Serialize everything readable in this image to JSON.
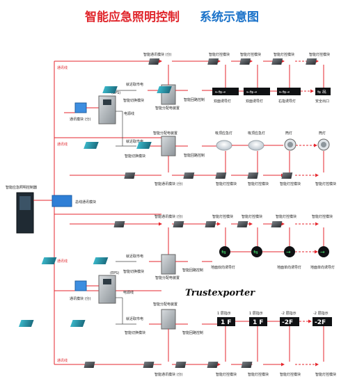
{
  "title": {
    "part1": "智能应急照明控制",
    "part2": "系统示意图"
  },
  "watermark": "Trustexporter",
  "controller_label": "智能应急照明控制器",
  "bus_module_label": "总线通讯模块",
  "comm_line_label": "通讯线",
  "power_line_label": "电源线",
  "nearby_power_label": "就近取市电",
  "eps_label": "(EPS)",
  "comm_module_branch_label": "通讯模块 (分)",
  "switch_module_label": "智能切换模块",
  "dist_box_label": "智能分配电装置",
  "loop_ctrl_label": "智能回路控制",
  "smart_comm_branch_label": "智能通讯模块 (分)",
  "lamp_ctrl_label": "智能灯控模块",
  "sec1": {
    "signs": [
      "双面诱导灯",
      "双面诱导灯",
      "右指诱导灯",
      "安全出口"
    ],
    "sign_text": [
      "←⇆→",
      "←⇆→",
      "←⇆→",
      "⇆ 出"
    ]
  },
  "sec2": {
    "lamps": [
      "吸顶应急灯",
      "吸顶应急灯",
      "筒灯",
      "筒灯"
    ]
  },
  "sec3": {
    "lamps": [
      "地面双向诱导灯",
      "地面单向诱导灯",
      "地面单向诱导灯"
    ]
  },
  "sec4": {
    "floor_headers": [
      "1 层指示",
      "1 层指示",
      "-2 层指示",
      "-2 层指示"
    ],
    "floor_signs": [
      "1 F",
      "1 F",
      "-2F",
      "-2F"
    ]
  },
  "colors": {
    "line_red": "#e5262d",
    "title_red": "#e0262c",
    "title_blue": "#1a72c9"
  }
}
